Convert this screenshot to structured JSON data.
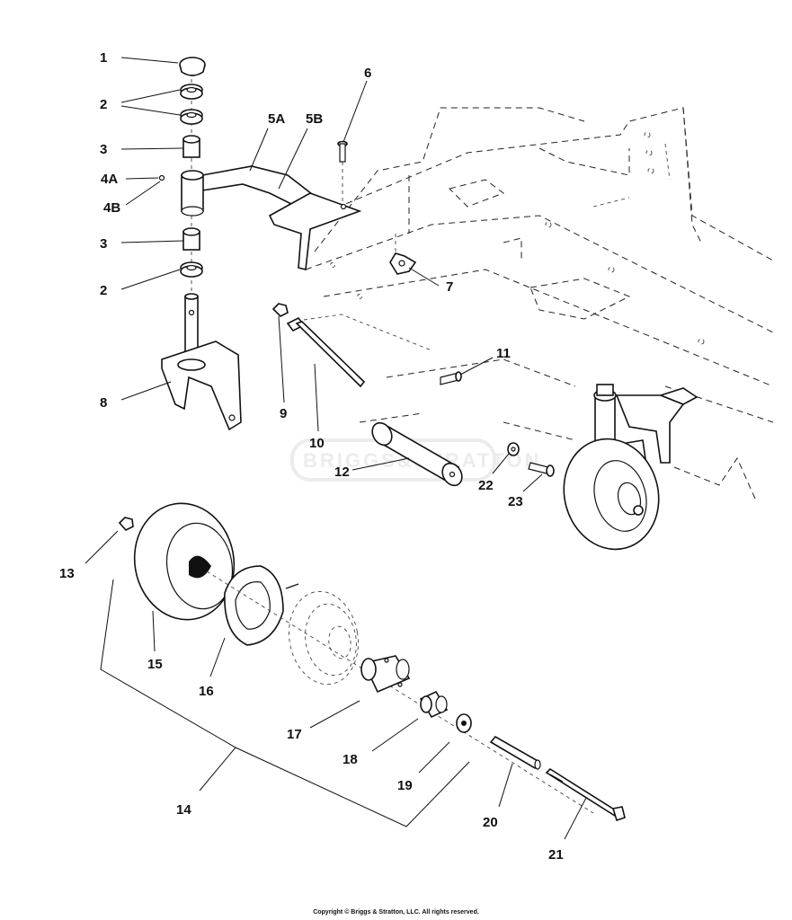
{
  "watermark": {
    "text": "BRIGGS&STRATTON"
  },
  "callouts": {
    "c1": "1",
    "c2a": "2",
    "c3a": "3",
    "c4a": "4A",
    "c4b": "4B",
    "c3b": "3",
    "c2b": "2",
    "c5a": "5A",
    "c5b": "5B",
    "c6": "6",
    "c7": "7",
    "c8": "8",
    "c9": "9",
    "c10": "10",
    "c11": "11",
    "c12": "12",
    "c13": "13",
    "c14": "14",
    "c15": "15",
    "c16": "16",
    "c17": "17",
    "c18": "18",
    "c19": "19",
    "c20": "20",
    "c21": "21",
    "c22": "22",
    "c23": "23"
  },
  "footer": {
    "copyright": "Copyright © Briggs & Stratton, LLC. All rights reserved."
  }
}
